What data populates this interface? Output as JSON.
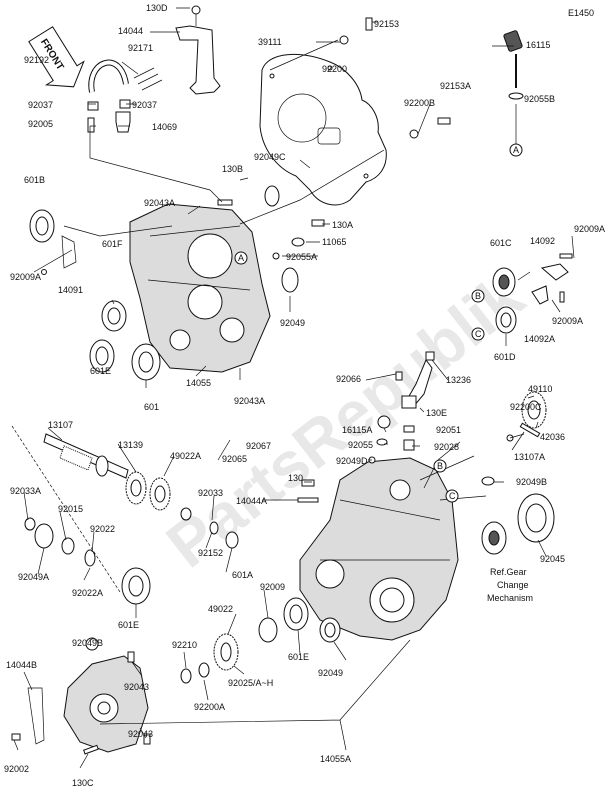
{
  "diagram": {
    "code": "E1450",
    "watermark": "PartsRepublik",
    "front_arrow": "FRONT",
    "note": [
      "Ref.Gear",
      "Change",
      "Mechanism"
    ],
    "callouts": [
      "A",
      "B",
      "C"
    ],
    "labels": [
      {
        "id": "1300",
        "text": "130D"
      },
      {
        "id": "14044",
        "text": "14044"
      },
      {
        "id": "39111",
        "text": "39111"
      },
      {
        "id": "92153",
        "text": "92153"
      },
      {
        "id": "16115",
        "text": "16115"
      },
      {
        "id": "92171",
        "text": "92171"
      },
      {
        "id": "92192",
        "text": "92192"
      },
      {
        "id": "92200",
        "text": "92200"
      },
      {
        "id": "92037a",
        "text": "92037"
      },
      {
        "id": "92037b",
        "text": "92037"
      },
      {
        "id": "92153A",
        "text": "92153A"
      },
      {
        "id": "92055B",
        "text": "92055B"
      },
      {
        "id": "92005",
        "text": "92005"
      },
      {
        "id": "14069",
        "text": "14069"
      },
      {
        "id": "92200B",
        "text": "92200B"
      },
      {
        "id": "92049C",
        "text": "92049C"
      },
      {
        "id": "601B",
        "text": "601B"
      },
      {
        "id": "130B",
        "text": "130B"
      },
      {
        "id": "92043A",
        "text": "92043A"
      },
      {
        "id": "130A",
        "text": "130A"
      },
      {
        "id": "11065",
        "text": "11065"
      },
      {
        "id": "92055A",
        "text": "92055A"
      },
      {
        "id": "601C",
        "text": "601C"
      },
      {
        "id": "14092",
        "text": "14092"
      },
      {
        "id": "92009A_r",
        "text": "92009A"
      },
      {
        "id": "14091",
        "text": "14091"
      },
      {
        "id": "92009A_l",
        "text": "92009A"
      },
      {
        "id": "601F",
        "text": "601F"
      },
      {
        "id": "92049",
        "text": "92049"
      },
      {
        "id": "92009A_r2",
        "text": "92009A"
      },
      {
        "id": "14092A",
        "text": "14092A"
      },
      {
        "id": "601D",
        "text": "601D"
      },
      {
        "id": "601E",
        "text": "601E"
      },
      {
        "id": "601",
        "text": "601"
      },
      {
        "id": "14055",
        "text": "14055"
      },
      {
        "id": "92043A_b",
        "text": "92043A"
      },
      {
        "id": "92066",
        "text": "92066"
      },
      {
        "id": "13236",
        "text": "13236"
      },
      {
        "id": "49110",
        "text": "49110"
      },
      {
        "id": "130E",
        "text": "130E"
      },
      {
        "id": "92200C",
        "text": "92200C"
      },
      {
        "id": "13107",
        "text": "13107"
      },
      {
        "id": "13139",
        "text": "13139"
      },
      {
        "id": "49022A",
        "text": "49022A"
      },
      {
        "id": "16115A",
        "text": "16115A"
      },
      {
        "id": "92051",
        "text": "92051"
      },
      {
        "id": "92067",
        "text": "92067"
      },
      {
        "id": "92055",
        "text": "92055"
      },
      {
        "id": "92028",
        "text": "92028"
      },
      {
        "id": "42036",
        "text": "42036"
      },
      {
        "id": "13107A",
        "text": "13107A"
      },
      {
        "id": "92065",
        "text": "92065"
      },
      {
        "id": "92049D",
        "text": "92049D"
      },
      {
        "id": "130",
        "text": "130"
      },
      {
        "id": "92049B_r",
        "text": "92049B"
      },
      {
        "id": "92033A",
        "text": "92033A"
      },
      {
        "id": "92033",
        "text": "92033"
      },
      {
        "id": "14044A",
        "text": "14044A"
      },
      {
        "id": "92015",
        "text": "92015"
      },
      {
        "id": "92022",
        "text": "92022"
      },
      {
        "id": "92045",
        "text": "92045"
      },
      {
        "id": "92152",
        "text": "92152"
      },
      {
        "id": "92049A",
        "text": "92049A"
      },
      {
        "id": "92022A",
        "text": "92022A"
      },
      {
        "id": "601A",
        "text": "601A"
      },
      {
        "id": "601E_b",
        "text": "601E"
      },
      {
        "id": "92009",
        "text": "92009"
      },
      {
        "id": "49022",
        "text": "49022"
      },
      {
        "id": "92049B_l",
        "text": "92049B"
      },
      {
        "id": "92210",
        "text": "92210"
      },
      {
        "id": "14044B",
        "text": "14044B"
      },
      {
        "id": "92043_a",
        "text": "92043"
      },
      {
        "id": "601E_c",
        "text": "601E"
      },
      {
        "id": "92049_b",
        "text": "92049"
      },
      {
        "id": "92025",
        "text": "92025/A~H"
      },
      {
        "id": "92200A",
        "text": "92200A"
      },
      {
        "id": "92043_b",
        "text": "92043"
      },
      {
        "id": "14055A",
        "text": "14055A"
      },
      {
        "id": "92002",
        "text": "92002"
      },
      {
        "id": "130C",
        "text": "130C"
      }
    ]
  }
}
